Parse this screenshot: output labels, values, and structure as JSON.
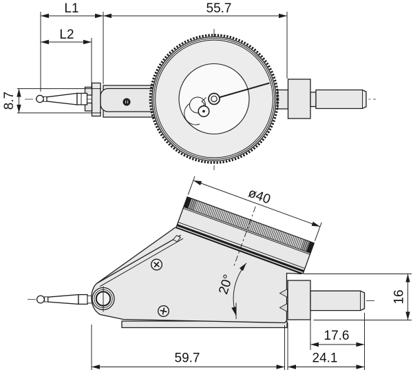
{
  "drawing": {
    "type": "dial-test-indicator-dimension-drawing",
    "views": [
      "top-view",
      "side-view"
    ]
  },
  "dimensions": {
    "l1": "L1",
    "l2": "L2",
    "overall_width": "55.7",
    "stylus_height": "8.7",
    "bezel_diameter": "ø40",
    "bezel_angle": "20°",
    "stem_section_height": "16",
    "stem_length": "17.6",
    "stem_overall_length": "24.1",
    "body_length": "59.7"
  },
  "colors": {
    "background": "#ffffff",
    "line": "#1d1d1d",
    "metal_fill": "#e8e8e8",
    "dial_face": "#ececec",
    "inner_face": "#fafafa"
  }
}
